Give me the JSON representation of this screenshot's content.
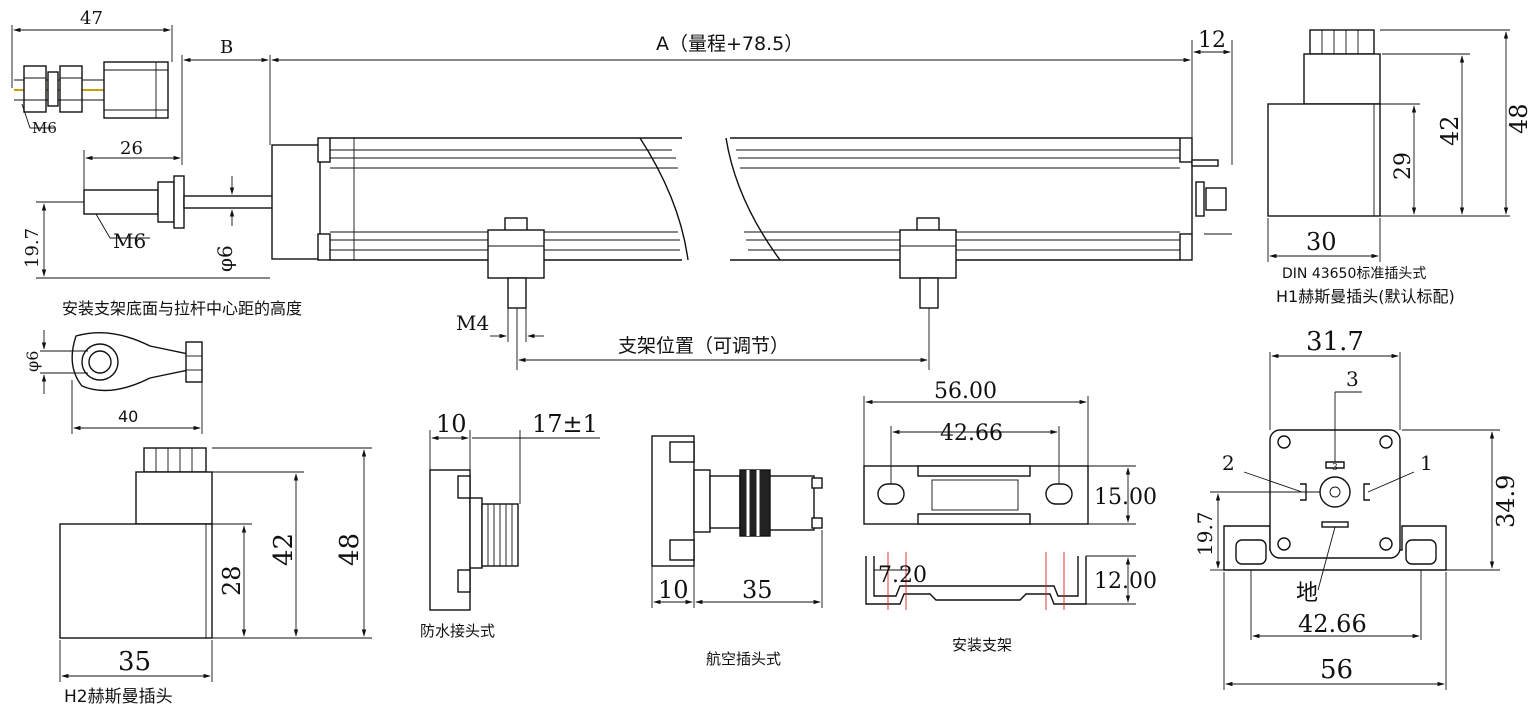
{
  "main": {
    "dim_47": "47",
    "m6_nut": "M6",
    "dim_b": "B",
    "dim_a": "A（量程+78.5）",
    "dim_12": "12",
    "dim_26": "26",
    "dim_19_7": "19.7",
    "m6_rod": "M6",
    "phi6": "φ6",
    "m4": "M4",
    "bracket_position": "支架位置（可调节）",
    "bracket_height_note": "安装支架底面与拉杆中心距的高度"
  },
  "eye": {
    "phi6": "φ6",
    "dim_40": "40"
  },
  "h1": {
    "dim_48": "48",
    "dim_42": "42",
    "dim_29": "29",
    "dim_30": "30",
    "caption_din": "DIN 43650标准插头式",
    "caption_h1": "H1赫斯曼插头(默认标配)"
  },
  "h2": {
    "dim_48": "48",
    "dim_42": "42",
    "dim_28": "28",
    "dim_35": "35",
    "caption": "H2赫斯曼插头"
  },
  "waterproof": {
    "dim_10": "10",
    "dim_17": "17±1",
    "caption": "防水接头式"
  },
  "aviation": {
    "dim_10": "10",
    "dim_35": "35",
    "caption": "航空插头式"
  },
  "bracket": {
    "dim_56": "56.00",
    "dim_42_66": "42.66",
    "dim_15": "15.00",
    "dim_7_2": "7.20",
    "dim_12": "12.00",
    "caption": "安装支架"
  },
  "connector_view": {
    "dim_31_7": "31.7",
    "pin_3": "3",
    "pin_2": "2",
    "pin_1": "1",
    "pin_3_small": "3",
    "dim_19_7": "19.7",
    "dim_34_9": "34.9",
    "ground": "地",
    "dim_42_66": "42.66",
    "dim_56": "56"
  }
}
